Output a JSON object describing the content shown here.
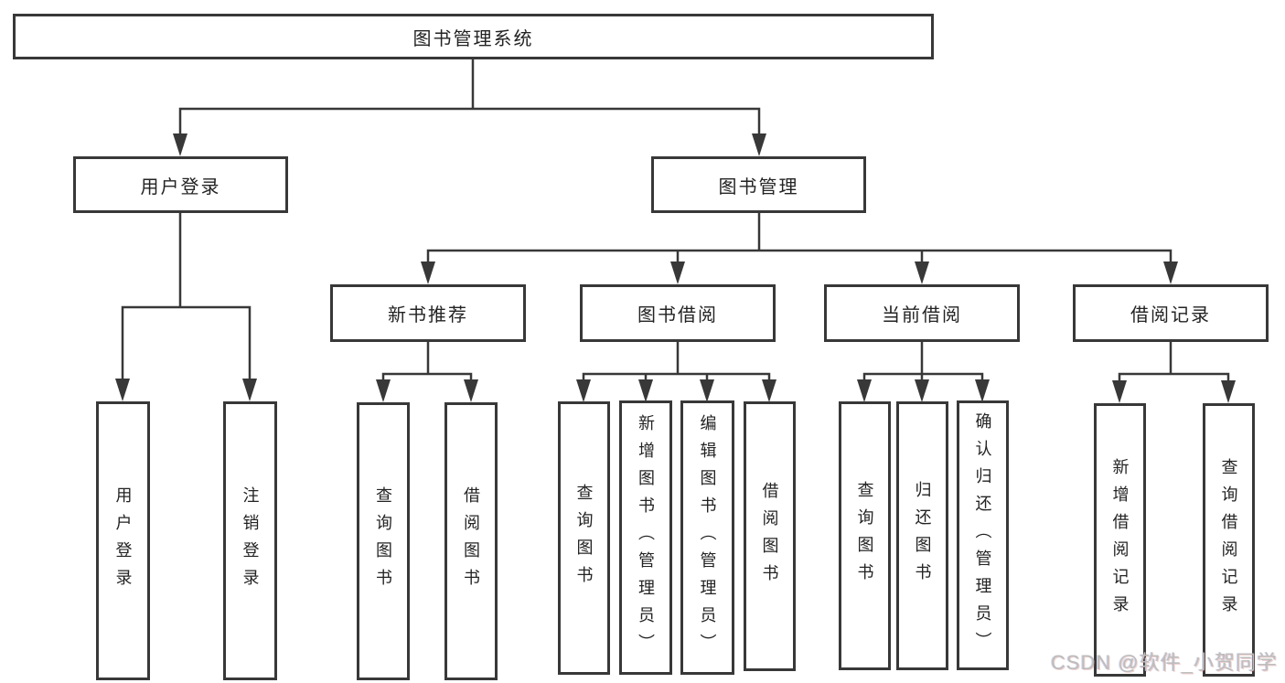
{
  "diagram": {
    "title_node": "图书管理系统",
    "colors": {
      "line": "#383838",
      "box_border": "#383838",
      "box_fill": "#ffffff",
      "text": "#232323",
      "watermark": "#bdbdbd"
    },
    "tree": {
      "root": {
        "label": "图书管理系统"
      },
      "login_branch": {
        "label": "用户登录",
        "children": [
          {
            "label": "用户登录"
          },
          {
            "label": "注销登录"
          }
        ]
      },
      "manage_branch": {
        "label": "图书管理",
        "groups": [
          {
            "label": "新书推荐",
            "children": [
              {
                "label": "查询图书"
              },
              {
                "label": "借阅图书"
              }
            ]
          },
          {
            "label": "图书借阅",
            "children": [
              {
                "label": "查询图书"
              },
              {
                "label": "新增图书（管理员）"
              },
              {
                "label": "编辑图书（管理员）"
              },
              {
                "label": "借阅图书"
              }
            ]
          },
          {
            "label": "当前借阅",
            "children": [
              {
                "label": "查询图书"
              },
              {
                "label": "归还图书"
              },
              {
                "label": "确认归还（管理员）"
              }
            ]
          },
          {
            "label": "借阅记录",
            "children": [
              {
                "label": "新增借阅记录"
              },
              {
                "label": "查询借阅记录"
              }
            ]
          }
        ]
      }
    }
  },
  "watermark": {
    "text": "CSDN @软件_小贺同学"
  }
}
